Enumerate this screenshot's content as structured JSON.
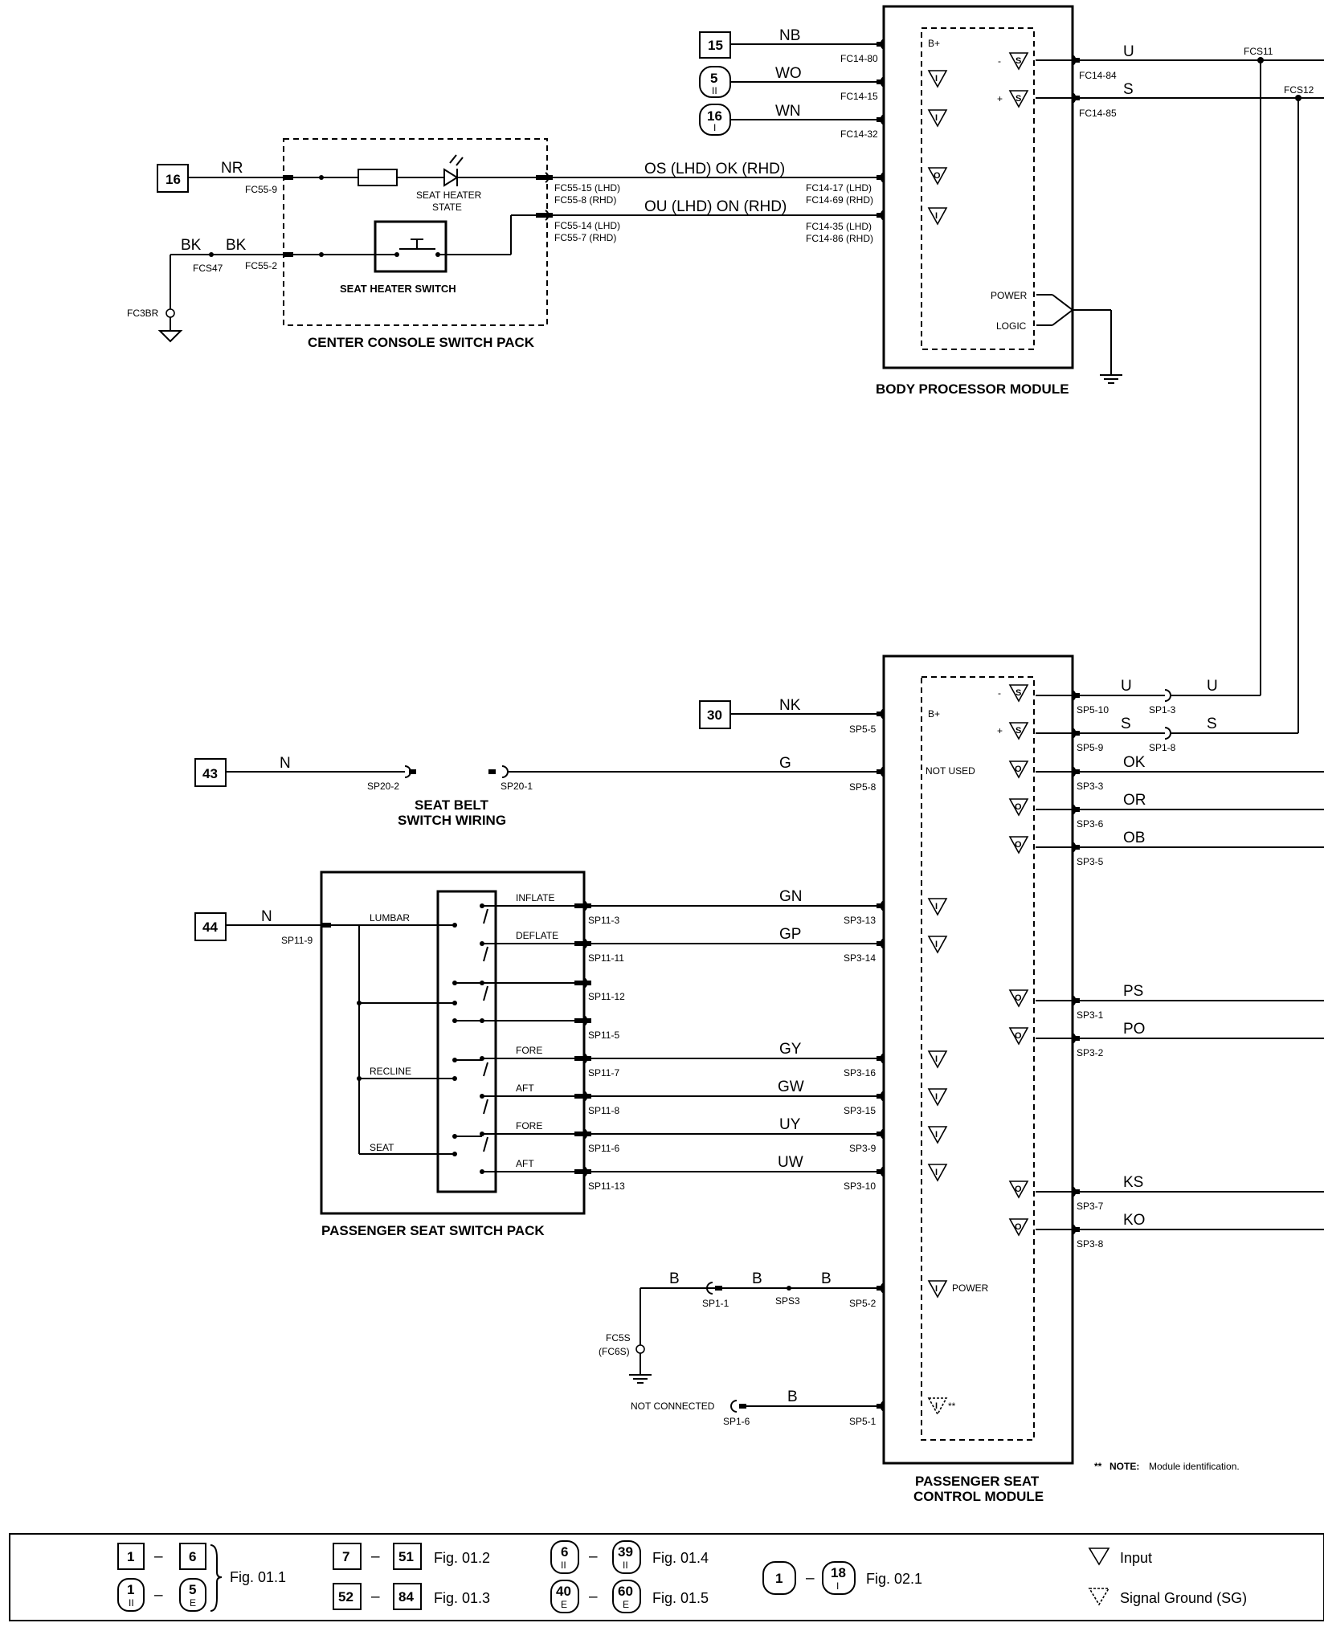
{
  "refs": {
    "r15": "15",
    "r5": "5",
    "r5sub": "II",
    "r16c": "16",
    "r16csub": "I",
    "r16": "16",
    "r30": "30",
    "r43": "43",
    "r44": "44"
  },
  "bpm": {
    "title": "BODY PROCESSOR MODULE",
    "bplus": "B+",
    "power": "POWER",
    "logic": "LOGIC",
    "pins": {
      "fc14_80": "FC14-80",
      "fc14_15": "FC14-15",
      "fc14_32": "FC14-32",
      "fc14_17": "FC14-17 (LHD)",
      "fc14_69": "FC14-69 (RHD)",
      "fc14_35": "FC14-35 (LHD)",
      "fc14_86": "FC14-86 (RHD)",
      "fc14_84": "FC14-84",
      "fc14_85": "FC14-85"
    },
    "wires": {
      "nb": "NB",
      "wo": "WO",
      "wn": "WN",
      "u": "U",
      "s": "S",
      "os": "OS (LHD)  OK (RHD)",
      "ou": "OU (LHD)  ON (RHD)"
    },
    "splices": {
      "fcs11": "FCS11",
      "fcs12": "FCS12"
    },
    "sym": {
      "s": "S",
      "i": "I",
      "o": "O",
      "minus": "-",
      "plus": "+"
    }
  },
  "console": {
    "title": "CENTER CONSOLE SWITCH PACK",
    "switch_label": "SEAT HEATER SWITCH",
    "state_label1": "SEAT HEATER",
    "state_label2": "STATE",
    "pins": {
      "fc55_9": "FC55-9",
      "fc55_2": "FC55-2",
      "fc55_15": "FC55-15 (LHD)",
      "fc55_8": "FC55-8 (RHD)",
      "fc55_14": "FC55-14 (LHD)",
      "fc55_7": "FC55-7 (RHD)"
    },
    "wires": {
      "nr": "NR",
      "bk1": "BK",
      "bk2": "BK"
    },
    "fcs47": "FCS47",
    "fc3br": "FC3BR"
  },
  "pscm": {
    "title1": "PASSENGER SEAT",
    "title2": "CONTROL MODULE",
    "bplus": "B+",
    "not_used": "NOT USED",
    "power": "POWER",
    "stars": "**",
    "pins": {
      "sp5_5": "SP5-5",
      "sp5_8": "SP5-8",
      "sp3_13": "SP3-13",
      "sp3_14": "SP3-14",
      "sp3_16": "SP3-16",
      "sp3_15": "SP3-15",
      "sp3_9": "SP3-9",
      "sp3_10": "SP3-10",
      "sp5_2": "SP5-2",
      "sp5_1": "SP5-1",
      "sp5_10": "SP5-10",
      "sp5_9": "SP5-9",
      "sp3_3": "SP3-3",
      "sp3_6": "SP3-6",
      "sp3_5": "SP3-5",
      "sp3_1": "SP3-1",
      "sp3_2": "SP3-2",
      "sp3_7": "SP3-7",
      "sp3_8": "SP3-8",
      "sp1_3": "SP1-3",
      "sp1_8": "SP1-8"
    },
    "wires": {
      "nk": "NK",
      "g": "G",
      "gn": "GN",
      "gp": "GP",
      "gy": "GY",
      "gw": "GW",
      "uy": "UY",
      "uw": "UW",
      "u1": "U",
      "u2": "U",
      "s1": "S",
      "s2": "S",
      "ok": "OK",
      "or": "OR",
      "ob": "OB",
      "ps": "PS",
      "po": "PO",
      "ks": "KS",
      "ko": "KO",
      "b1": "B",
      "b2": "B",
      "b3": "B"
    }
  },
  "seatbelt": {
    "title1": "SEAT BELT",
    "title2": "SWITCH WIRING",
    "n": "N",
    "sp20_2": "SP20-2",
    "sp20_1": "SP20-1"
  },
  "switchpack": {
    "title": "PASSENGER SEAT SWITCH PACK",
    "n": "N",
    "sp11_9": "SP11-9",
    "lumbar": "LUMBAR",
    "recline": "RECLINE",
    "seat": "SEAT",
    "inflate": "INFLATE",
    "deflate": "DEFLATE",
    "fore1": "FORE",
    "aft1": "AFT",
    "fore2": "FORE",
    "aft2": "AFT",
    "pins": {
      "sp11_3": "SP11-3",
      "sp11_11": "SP11-11",
      "sp11_12": "SP11-12",
      "sp11_5": "SP11-5",
      "sp11_7": "SP11-7",
      "sp11_8": "SP11-8",
      "sp11_6": "SP11-6",
      "sp11_13": "SP11-13"
    }
  },
  "ground": {
    "sp1_1": "SP1-1",
    "sps3": "SPS3",
    "fc5s": "FC5S",
    "fc6s": "(FC6S)",
    "not_connected": "NOT CONNECTED",
    "sp1_6": "SP1-6"
  },
  "note": {
    "stars": "**",
    "bold": "NOTE:",
    "text": "Module identification."
  },
  "legend": {
    "g1": {
      "a": "1",
      "b": "6",
      "c": "1",
      "csub": "II",
      "d": "5",
      "dsub": "E",
      "fig": "Fig. 01.1"
    },
    "g2": {
      "a": "7",
      "b": "51",
      "fig": "Fig. 01.2"
    },
    "g3": {
      "a": "52",
      "b": "84",
      "fig": "Fig. 01.3"
    },
    "g4": {
      "a": "6",
      "asub": "II",
      "b": "39",
      "bsub": "II",
      "fig": "Fig. 01.4"
    },
    "g5": {
      "a": "40",
      "asub": "E",
      "b": "60",
      "bsub": "E",
      "fig": "Fig. 01.5"
    },
    "g6": {
      "a": "1",
      "b": "18",
      "bsub": "I",
      "fig": "Fig. 02.1"
    },
    "input": "Input",
    "signal_ground": "Signal Ground (SG)",
    "dash": "–"
  }
}
